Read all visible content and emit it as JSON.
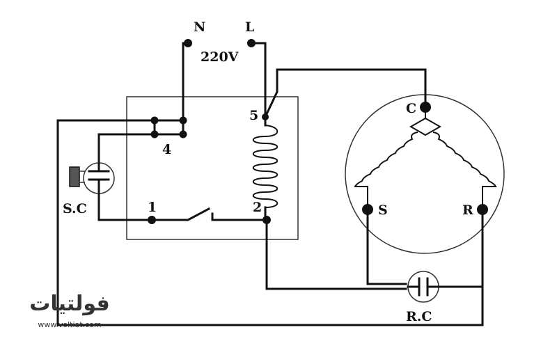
{
  "supply": {
    "neutral": "N",
    "line": "L",
    "voltage": "220V"
  },
  "relay": {
    "terminal_1": "1",
    "terminal_2": "2",
    "terminal_4": "4",
    "terminal_5": "5"
  },
  "starting_capacitor": {
    "label": "S.C"
  },
  "run_capacitor": {
    "label": "R.C"
  },
  "motor": {
    "common": "C",
    "start": "S",
    "run": "R"
  },
  "watermark": {
    "brand": "فولتيات",
    "url": "www.voltiat.com"
  }
}
